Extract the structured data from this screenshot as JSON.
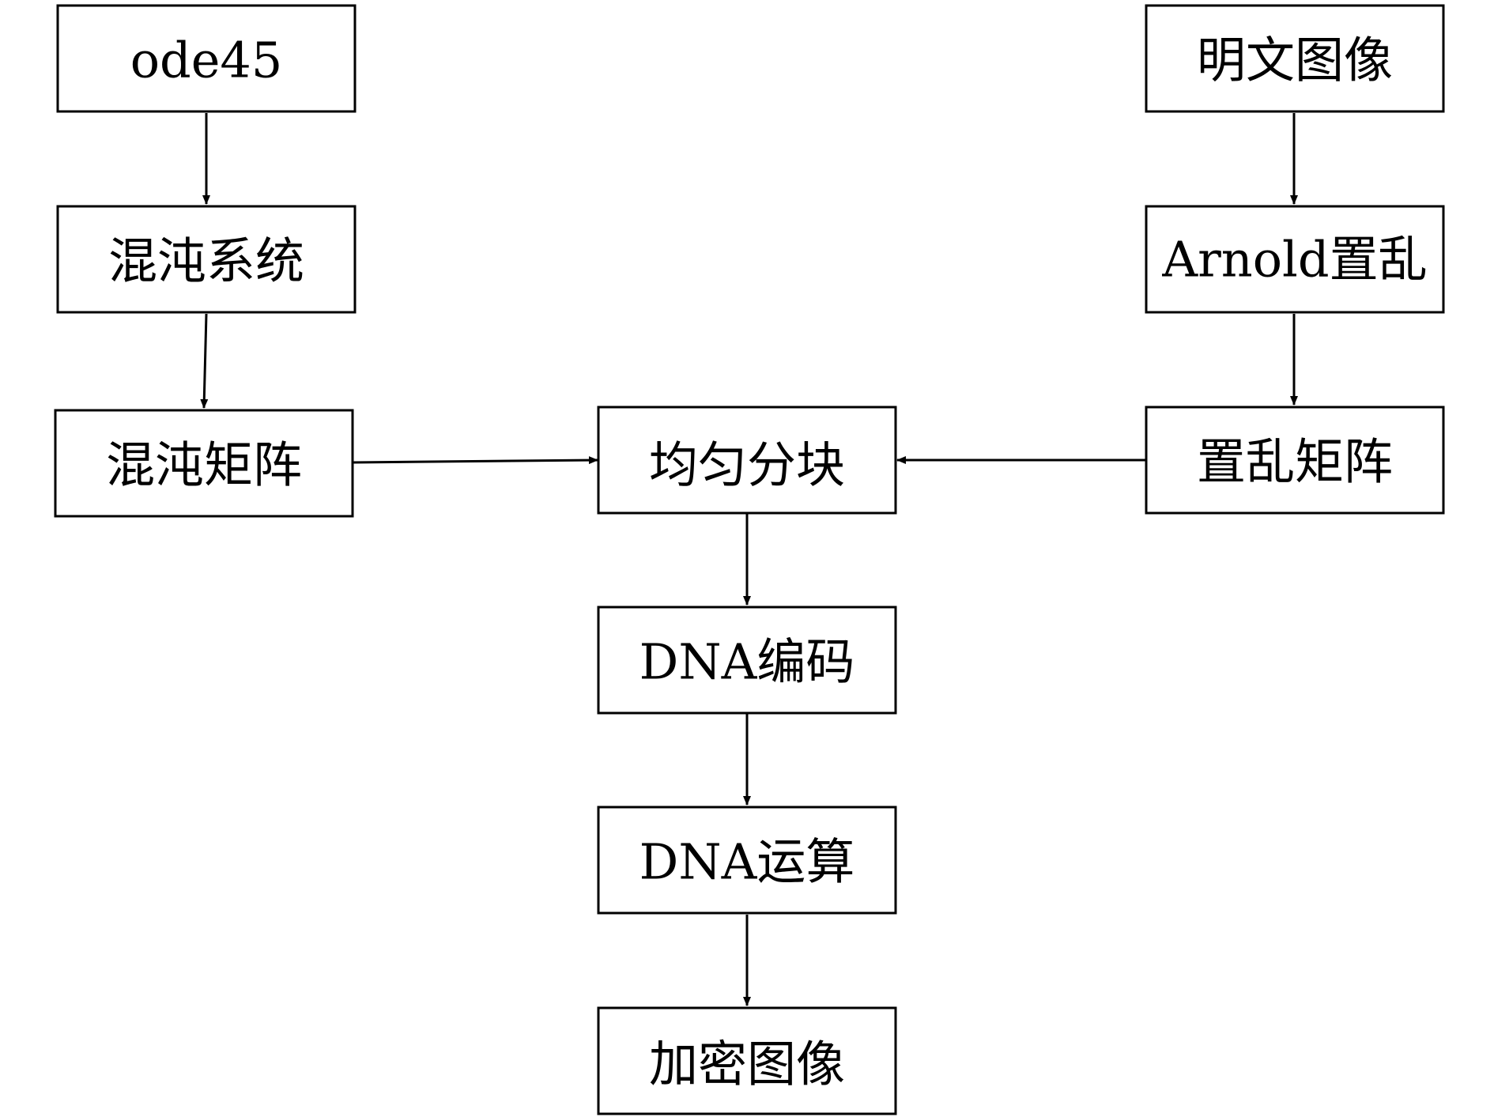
{
  "diagram": {
    "nodes": {
      "ode45": "ode45",
      "chaos_system": "混沌系统",
      "chaos_matrix": "混沌矩阵",
      "plain_image": "明文图像",
      "arnold_scramble": "Arnold置乱",
      "scramble_matrix": "置乱矩阵",
      "uniform_block": "均匀分块",
      "dna_encode": "DNA编码",
      "dna_operation": "DNA运算",
      "encrypted_image": "加密图像"
    },
    "edges": [
      [
        "ode45",
        "chaos_system"
      ],
      [
        "chaos_system",
        "chaos_matrix"
      ],
      [
        "plain_image",
        "arnold_scramble"
      ],
      [
        "arnold_scramble",
        "scramble_matrix"
      ],
      [
        "chaos_matrix",
        "uniform_block"
      ],
      [
        "scramble_matrix",
        "uniform_block"
      ],
      [
        "uniform_block",
        "dna_encode"
      ],
      [
        "dna_encode",
        "dna_operation"
      ],
      [
        "dna_operation",
        "encrypted_image"
      ]
    ]
  }
}
